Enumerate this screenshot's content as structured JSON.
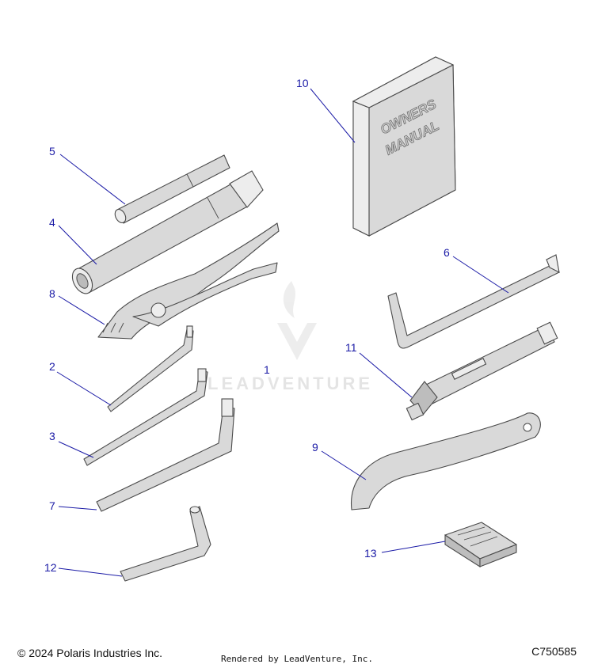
{
  "callouts": {
    "c1": "1",
    "c2": "2",
    "c3": "3",
    "c4": "4",
    "c5": "5",
    "c6": "6",
    "c7": "7",
    "c8": "8",
    "c9": "9",
    "c10": "10",
    "c11": "11",
    "c12": "12",
    "c13": "13"
  },
  "manual": {
    "line1": "OWNERS",
    "line2": "MANUAL"
  },
  "watermark": {
    "text": "LEADVENTURE"
  },
  "footer": {
    "copyright": "© 2024 Polaris Industries Inc.",
    "rendered_by": "Rendered by LeadVenture, Inc.",
    "diagram_code": "C750585"
  },
  "colors": {
    "callout": "#1a1aa6",
    "part_fill": "#d9d9d9",
    "outline": "#4a4a4a"
  }
}
